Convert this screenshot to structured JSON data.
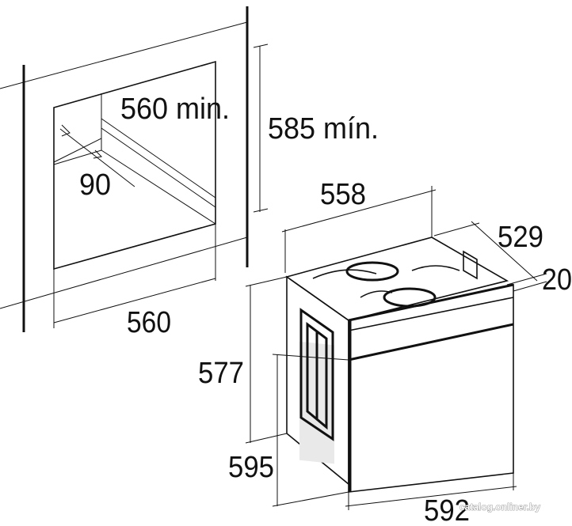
{
  "dimensions": {
    "niche_depth_min": "560 min.",
    "niche_height_min": "585 mín.",
    "ventilation_gap": "90",
    "niche_width": "560",
    "oven_top_width": "558",
    "oven_depth": "529",
    "front_offset": "20",
    "body_height": "577",
    "front_height": "595",
    "front_width": "592"
  },
  "watermark": "catalog.onliner.by"
}
